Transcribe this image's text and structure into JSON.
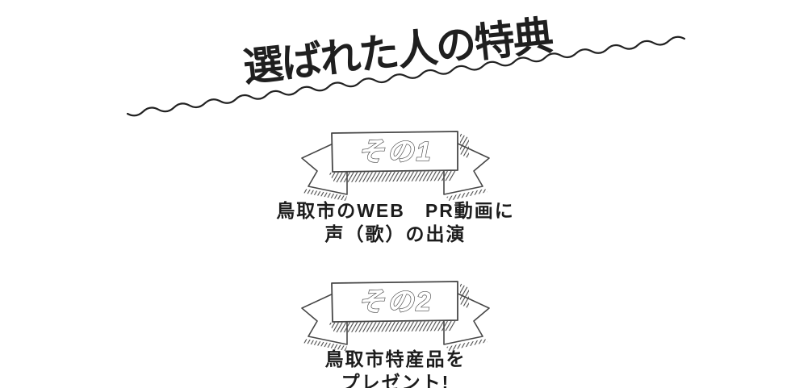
{
  "page": {
    "background": "#ffffff"
  },
  "colors": {
    "ink": "#1c1c1c",
    "title_ink": "#1f1f1f",
    "ribbon_outline": "#474747",
    "hatch": "#4a4a4a",
    "squiggle": "#222222"
  },
  "header": {
    "title": "選ばれた人の特典"
  },
  "benefits": [
    {
      "badge": "その1",
      "line1": "鳥取市のWEB　PR動画に",
      "line2": "声（歌）の出演"
    },
    {
      "badge": "その2",
      "line1": "鳥取市特産品を",
      "line2": "プレゼント!"
    }
  ]
}
